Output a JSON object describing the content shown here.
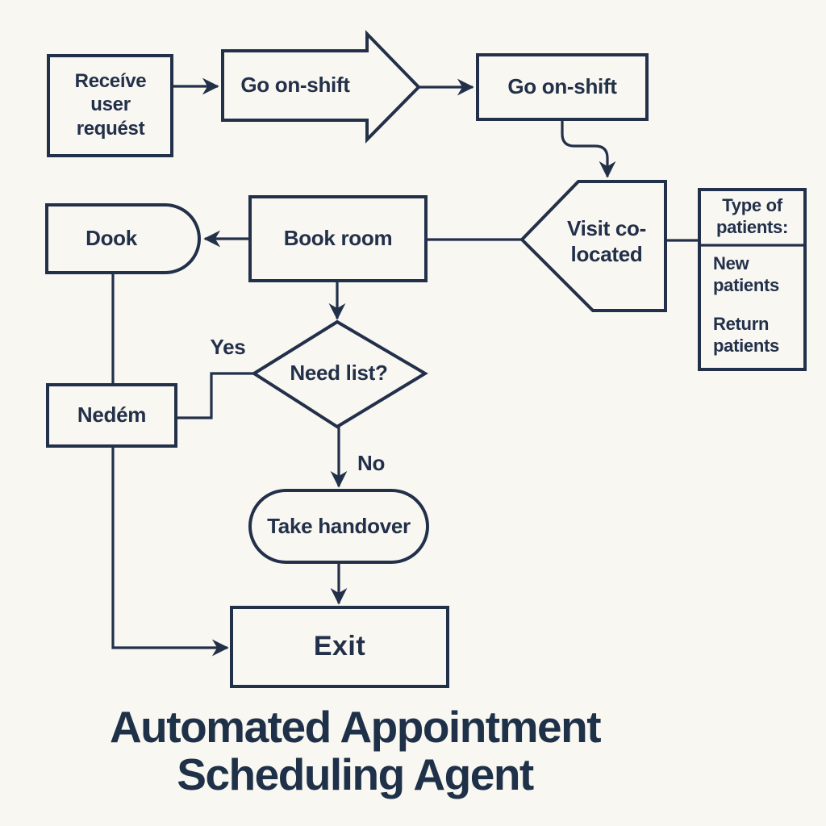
{
  "title": "Automated Appointment Scheduling Agent",
  "colors": {
    "background": "#f9f7f1",
    "ink": "#22304a",
    "title": "#1f3148"
  },
  "nodes": {
    "receive": "Receíve user requést",
    "go_shift_arrow": "Go on-shift",
    "go_shift_box": "Go on-shift",
    "visit_colocated": "Visit co-located",
    "patients_title": "Type of patients:",
    "patients_items": [
      "New patients",
      "Return patients"
    ],
    "book_room": "Book room",
    "dook": "Dook",
    "nedem": "Nedém",
    "need_list": "Need list?",
    "take_handover": "Take handover",
    "exit": "Exit"
  },
  "edge_labels": {
    "yes": "Yes",
    "no": "No"
  }
}
